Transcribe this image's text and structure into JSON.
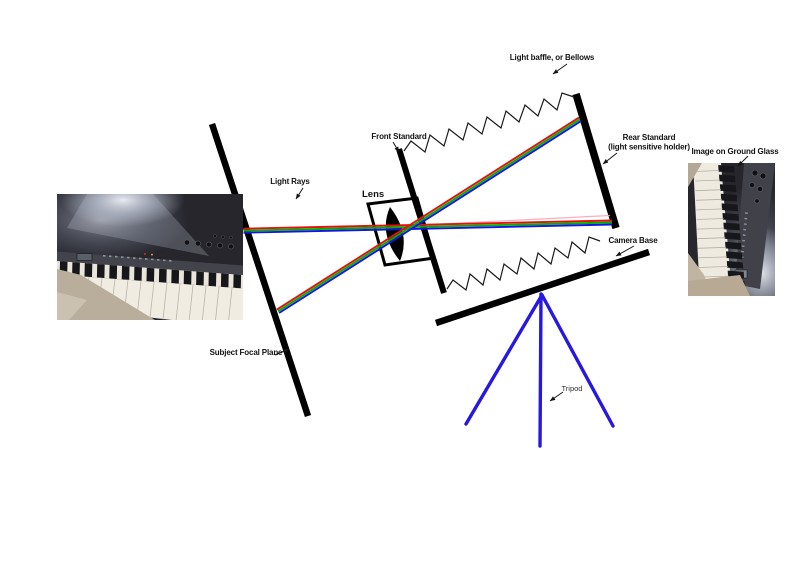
{
  "diagram": {
    "title_none": "",
    "labels": {
      "bellows": "Light baffle, or Bellows",
      "front_standard": "Front Standard",
      "lens": "Lens",
      "light_rays": "Light Rays",
      "subject_focal_plane": "Subject Focal Plane",
      "rear_standard_line1": "Rear Standard",
      "rear_standard_line2": "(light sensitive holder)",
      "camera_base": "Camera Base",
      "image_on_ground_glass": "Image on Ground Glass",
      "tripod": "Tripod"
    },
    "colors": {
      "background": "#ffffff",
      "structure_black": "#000000",
      "ray_red": "#e8100c",
      "ray_green": "#00b000",
      "ray_blue": "#1414e6",
      "ray_pink": "#f4a0b5",
      "tripod_blue": "#2617e2",
      "label_text": "#121212"
    },
    "images": {
      "subject_photo": "piano-keyboard-photo",
      "ground_glass_photo": "inverted-piano-keyboard-photo"
    }
  }
}
